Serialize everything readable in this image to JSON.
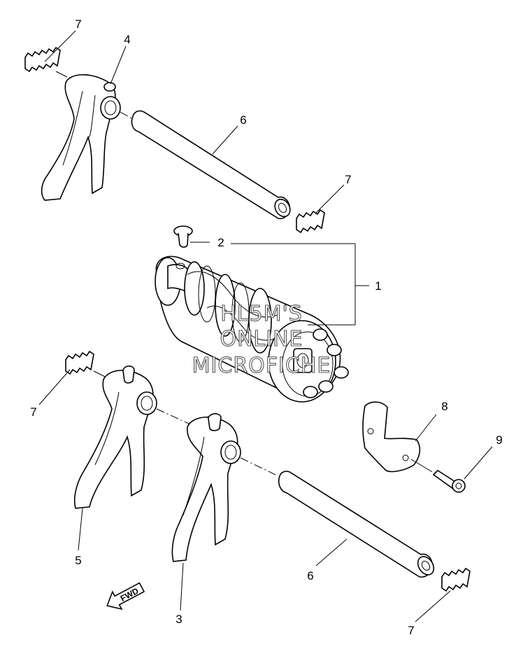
{
  "callouts": {
    "c1": "1",
    "c2": "2",
    "c3": "3",
    "c4": "4",
    "c5": "5",
    "c6_top": "6",
    "c6_bottom": "6",
    "c7_top_left": "7",
    "c7_top_right": "7",
    "c7_mid_left": "7",
    "c7_bottom_right": "7",
    "c8": "8",
    "c9": "9"
  },
  "watermark": {
    "line1": "HL5M'S",
    "line2": "ONLINE",
    "line3": "MICROFICHE"
  },
  "direction_badge": "FWD"
}
